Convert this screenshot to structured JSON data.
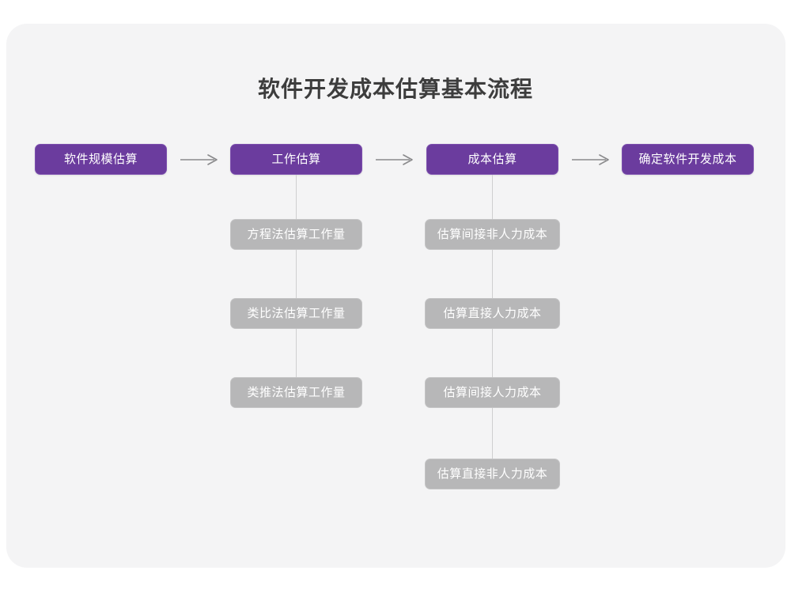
{
  "page": {
    "title": "软件开发成本估算基本流程",
    "background_color": "#ffffff",
    "card_color": "#f4f4f5",
    "primary_color": "#6b3c9e",
    "secondary_color": "#b7b7b8",
    "connector_color": "#cfcfd0",
    "title_color": "#3d3d3d"
  },
  "flow": {
    "main_steps": [
      {
        "label": "软件规模估算"
      },
      {
        "label": "工作估算"
      },
      {
        "label": "成本估算"
      },
      {
        "label": "确定软件开发成本"
      }
    ],
    "arrows": [
      {
        "name": "arrow-1",
        "glyph": "→"
      },
      {
        "name": "arrow-2",
        "glyph": "→"
      },
      {
        "name": "arrow-3",
        "glyph": "→"
      }
    ],
    "branches": [
      {
        "parent": "工作估算",
        "items": [
          {
            "label": "方程法估算工作量"
          },
          {
            "label": "类比法估算工作量"
          },
          {
            "label": "类推法估算工作量"
          }
        ]
      },
      {
        "parent": "成本估算",
        "items": [
          {
            "label": "估算间接非人力成本"
          },
          {
            "label": "估算直接人力成本"
          },
          {
            "label": "估算间接人力成本"
          },
          {
            "label": "估算直接非人力成本"
          }
        ]
      }
    ]
  }
}
